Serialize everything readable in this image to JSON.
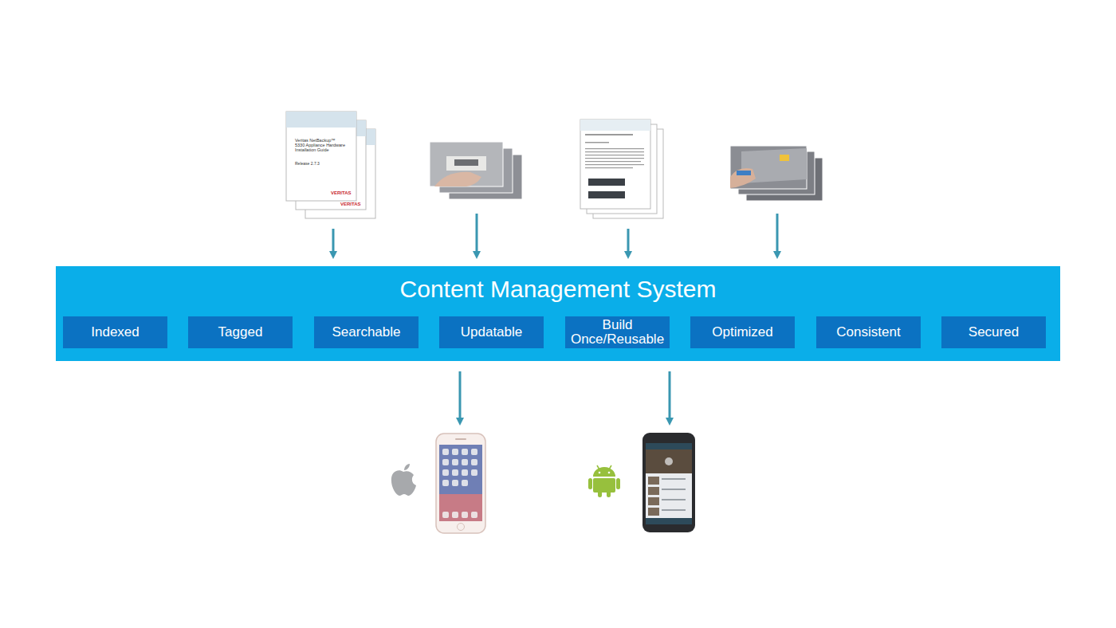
{
  "diagram": {
    "nodes": [
      {
        "text": [
          "Content Management System"
        ]
      },
      {
        "text": [
          "Indexed"
        ],
        "in": 0
      },
      {
        "text": [
          "Tagged"
        ],
        "in": 0
      },
      {
        "text": [
          "Searchable"
        ],
        "in": 0
      },
      {
        "text": [
          "Updatable"
        ],
        "in": 0
      },
      {
        "text": [
          "Build Once/Reusable"
        ],
        "in": 0
      },
      {
        "text": [
          "Optimized"
        ],
        "in": 0
      },
      {
        "text": [
          "Consistent"
        ],
        "in": 0
      },
      {
        "text": [
          "Secured"
        ],
        "in": 0
      }
    ],
    "labels": [
      "Veritas NetBackup™ 5330 Appliance Hardware Installation Guide",
      "Release 2.7.3",
      "VERITAS",
      "VERITAS"
    ]
  }
}
